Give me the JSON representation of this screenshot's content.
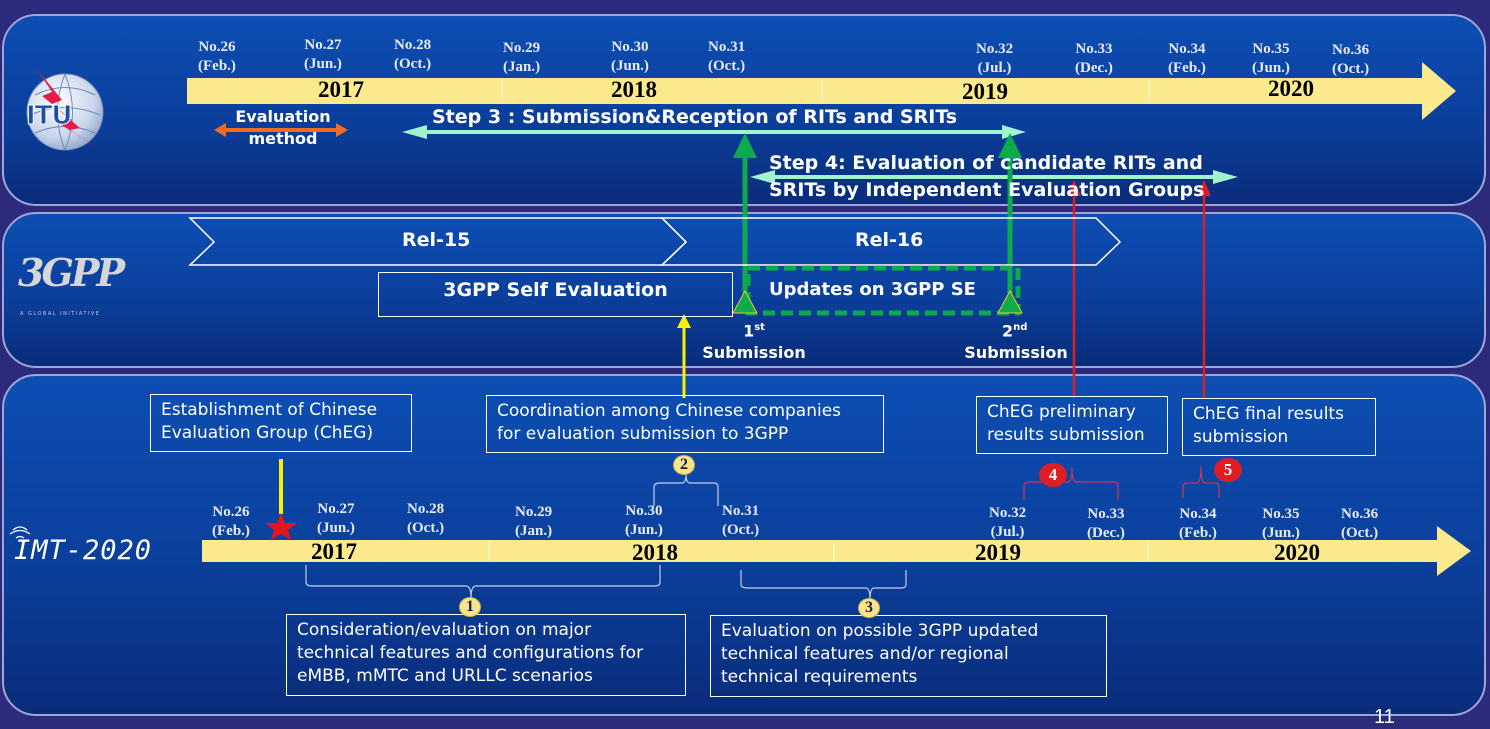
{
  "page_number": "11",
  "colors": {
    "background": "#2b2a7c",
    "panel": "#0d4eb3",
    "timeline_bar": "#fbe98d",
    "step_arrow": "#9ff3cf",
    "green_arrow": "#0dab4c",
    "red_arrow": "#e01d25",
    "orange_arrow": "#f26b21",
    "yellow_line": "#f6f200"
  },
  "itu_panel": {
    "logo_text": "ITU",
    "meetings": [
      {
        "no": "No.26",
        "month": "(Feb.)"
      },
      {
        "no": "No.27",
        "month": "(Jun.)"
      },
      {
        "no": "No.28",
        "month": "(Oct.)"
      },
      {
        "no": "No.29",
        "month": "(Jan.)"
      },
      {
        "no": "No.30",
        "month": "(Jun.)"
      },
      {
        "no": "No.31",
        "month": "(Oct.)"
      },
      {
        "no": "No.32",
        "month": "(Jul.)"
      },
      {
        "no": "No.33",
        "month": "(Dec.)"
      },
      {
        "no": "No.34",
        "month": "(Feb.)"
      },
      {
        "no": "No.35",
        "month": "(Jun.)"
      },
      {
        "no": "No.36",
        "month": "(Oct.)"
      }
    ],
    "years": [
      "2017",
      "2018",
      "2019",
      "2020"
    ],
    "evaluation_method": {
      "line1": "Evaluation",
      "line2": "method"
    },
    "step3": "Step 3 : Submission&Reception of RITs and SRITs",
    "step4": {
      "line1": "Step 4: Evaluation of candidate RITs and",
      "line2": "SRITs by Independent Evaluation Groups"
    }
  },
  "gpp_panel": {
    "logo_text": "3GPP",
    "logo_tagline": "A GLOBAL INITIATIVE",
    "releases": [
      "Rel-15",
      "Rel-16"
    ],
    "self_evaluation": "3GPP Self Evaluation",
    "updates": "Updates on 3GPP SE",
    "submission1": {
      "ordinal": "1",
      "suffix": "st",
      "label": "Submission"
    },
    "submission2": {
      "ordinal": "2",
      "suffix": "nd",
      "label": "Submission"
    }
  },
  "imt_panel": {
    "logo_text": "IMT-2020",
    "meetings": [
      {
        "no": "No.26",
        "month": "(Feb.)"
      },
      {
        "no": "No.27",
        "month": "(Jun.)"
      },
      {
        "no": "No.28",
        "month": "(Oct.)"
      },
      {
        "no": "No.29",
        "month": "(Jan.)"
      },
      {
        "no": "No.30",
        "month": "(Jun.)"
      },
      {
        "no": "No.31",
        "month": "(Oct.)"
      },
      {
        "no": "No.32",
        "month": "(Jul.)"
      },
      {
        "no": "No.33",
        "month": "(Dec.)"
      },
      {
        "no": "No.34",
        "month": "(Feb.)"
      },
      {
        "no": "No.35",
        "month": "(Jun.)"
      },
      {
        "no": "No.36",
        "month": "(Oct.)"
      }
    ],
    "years": [
      "2017",
      "2018",
      "2019",
      "2020"
    ],
    "boxes": {
      "establishment": {
        "line1": "Establishment of Chinese",
        "line2": "Evaluation Group (ChEG)"
      },
      "coordination": {
        "line1": "Coordination among Chinese companies",
        "line2": "for evaluation submission to 3GPP"
      },
      "preliminary": {
        "line1": "ChEG preliminary",
        "line2": "results submission"
      },
      "final": {
        "line1": "ChEG final results",
        "line2": "submission"
      },
      "consideration": {
        "line1": "Consideration/evaluation on major",
        "line2": "technical features and configurations for",
        "line3": "eMBB, mMTC and URLLC scenarios"
      },
      "possible_updates": {
        "line1": "Evaluation on possible 3GPP updated",
        "line2": "technical features and/or regional",
        "line3": "technical requirements"
      }
    },
    "badges": [
      "1",
      "2",
      "3",
      "4",
      "5"
    ]
  }
}
